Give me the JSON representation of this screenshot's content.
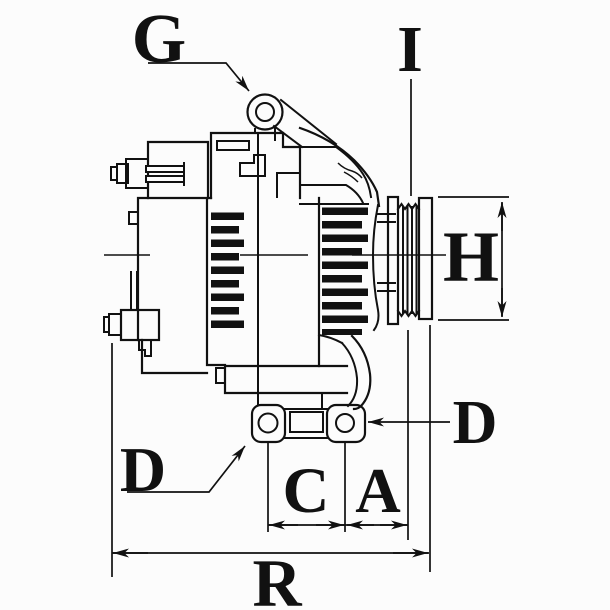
{
  "document": {
    "kind": "technical dimensional line drawing",
    "subject": "alternator side view with dimension callouts",
    "background_color": "#fcfcfc",
    "line_color": "#111111"
  },
  "labels": {
    "g": "G",
    "i": "I",
    "h": "H",
    "d_left": "D",
    "d_right": "D",
    "c": "C",
    "a": "A",
    "r": "R"
  }
}
